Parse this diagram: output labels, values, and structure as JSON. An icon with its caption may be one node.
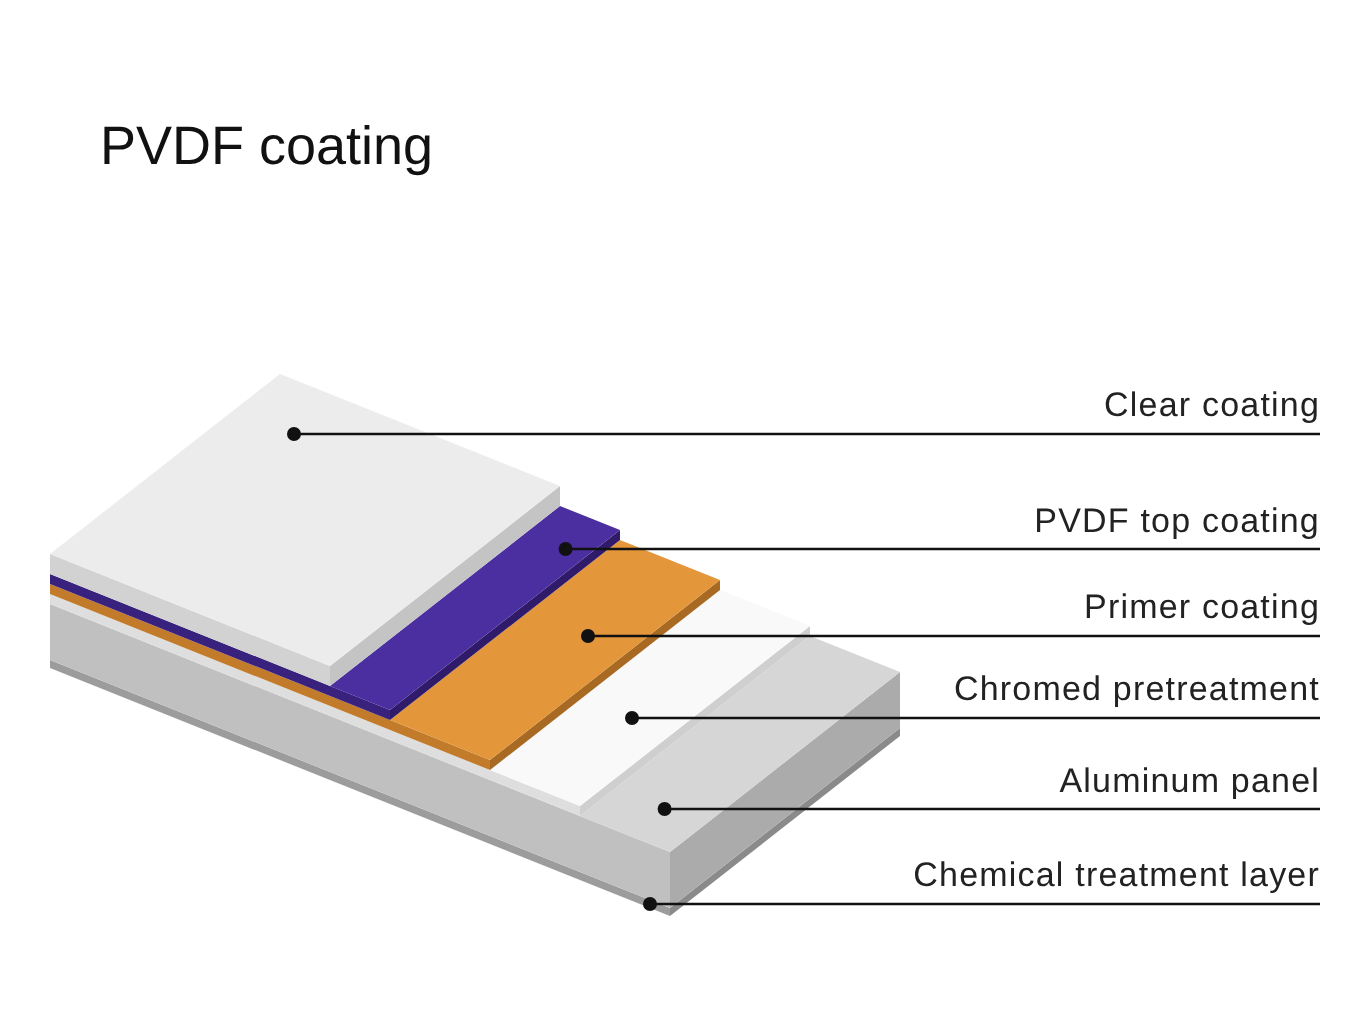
{
  "diagram": {
    "title": "PVDF coating",
    "nodes": [
      {
        "text": [
          "Clear coating"
        ]
      },
      {
        "text": [
          "PVDF top coating"
        ]
      },
      {
        "text": [
          "Primer coating"
        ]
      },
      {
        "text": [
          "Chromed pretreatment"
        ]
      },
      {
        "text": [
          "Aluminum panel"
        ]
      },
      {
        "text": [
          "Chemical treatment layer"
        ]
      },
      {
        "text": [],
        "shape": "box"
      },
      {
        "text": [],
        "shape": "box"
      },
      {
        "text": [],
        "shape": "box"
      },
      {
        "text": [],
        "shape": "box"
      },
      {
        "text": [],
        "shape": "box"
      },
      {
        "text": [],
        "shape": "box"
      }
    ],
    "edges": [
      {
        "from": 0,
        "to": 6,
        "arrow": "other"
      },
      {
        "from": 1,
        "to": 7,
        "arrow": "other"
      },
      {
        "from": 2,
        "to": 8,
        "arrow": "other"
      },
      {
        "from": 3,
        "to": 9,
        "arrow": "other"
      },
      {
        "from": 4,
        "to": 10,
        "arrow": "other"
      },
      {
        "from": 5,
        "to": 11,
        "arrow": "other"
      }
    ]
  }
}
